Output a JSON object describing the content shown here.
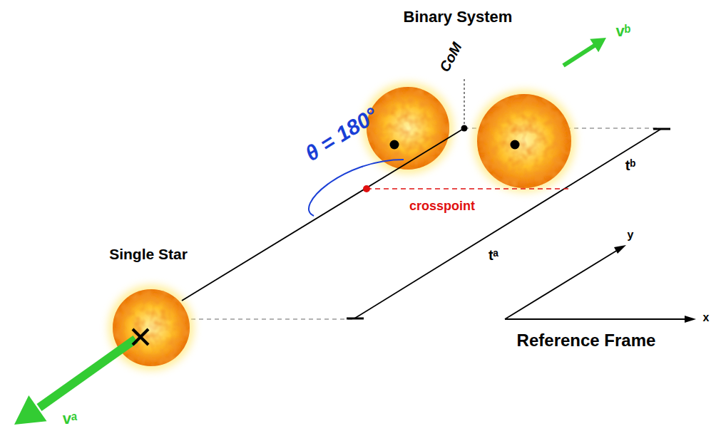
{
  "diagram": {
    "labels": [
      "Binary System",
      "CoM",
      "θ = 180°",
      "crosspoint",
      "tᵇ",
      "tᵃ",
      "Single Star",
      "vᵃ",
      "vᵇ",
      "Reference Frame",
      "x",
      "y"
    ]
  }
}
